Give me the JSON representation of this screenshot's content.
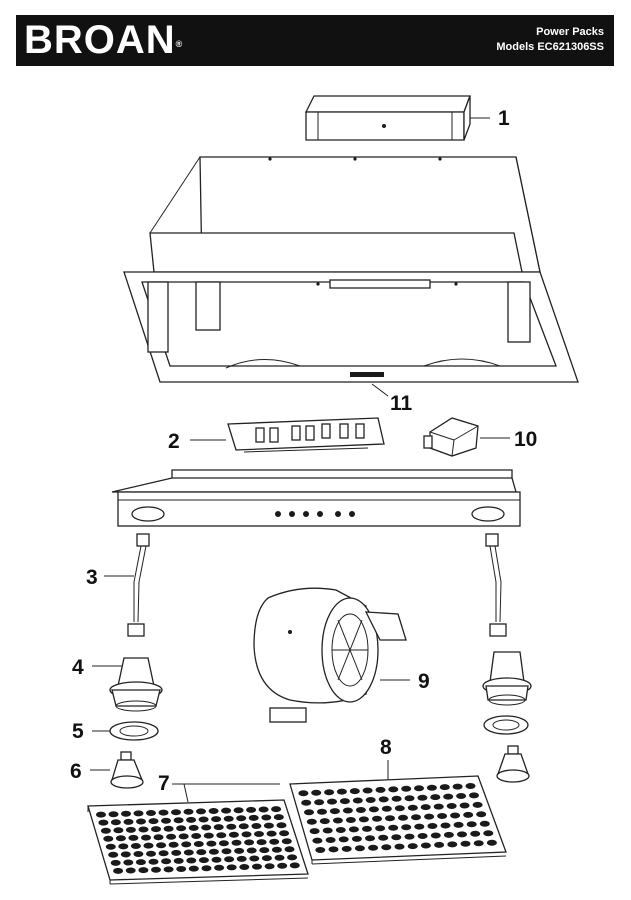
{
  "header": {
    "brand": "BROAN",
    "brand_mark": "®",
    "line1": "Power Packs",
    "line2": "Models EC621306SS"
  },
  "callouts": {
    "c1": "1",
    "c2": "2",
    "c3": "3",
    "c4": "4",
    "c5": "5",
    "c6": "6",
    "c7": "7",
    "c8": "8",
    "c9": "9",
    "c10": "10",
    "c11": "11"
  },
  "colors": {
    "header_bg": "#111111",
    "header_text": "#ffffff",
    "line": "#222222"
  }
}
